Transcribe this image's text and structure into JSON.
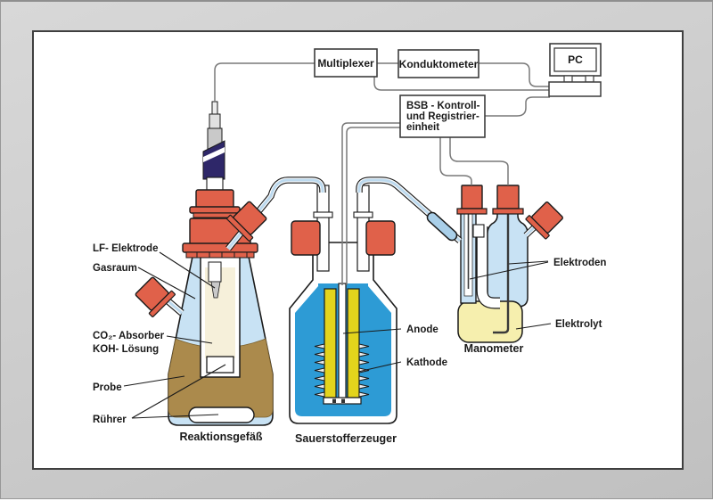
{
  "diagram": {
    "boxes": {
      "multiplexer": "Multiplexer",
      "konduktometer": "Konduktometer",
      "pc": "PC",
      "bsb": {
        "line1": "BSB - Kontroll-",
        "line2": "und Registrier-",
        "line3": "einheit"
      }
    },
    "reaction_vessel": {
      "caption": "Reaktionsgefäß",
      "labels": {
        "lf_electrode": "LF- Elektrode",
        "gas_space": "Gasraum",
        "co2_absorber": "CO₂- Absorber",
        "koh_solution": "KOH- Lösung",
        "sample": "Probe",
        "stirrer": "Rührer"
      }
    },
    "oxygen_generator": {
      "caption": "Sauerstofferzeuger",
      "labels": {
        "anode": "Anode",
        "cathode": "Kathode"
      }
    },
    "manometer": {
      "caption": "Manometer",
      "labels": {
        "electrodes": "Elektroden",
        "electrolyte": "Elektrolyt"
      }
    },
    "colors": {
      "stopper_red": "#e0614a",
      "glass_blue": "#c8e2f4",
      "liquid_blue": "#2d9bd5",
      "sample_brown": "#ab8a4c",
      "koh_cream": "#f6f0da",
      "electrolyte_yellow": "#f6efae",
      "anode_yellow": "#e3d41c",
      "electrode_navy": "#2e2769",
      "frame_gray": "#cacaca"
    }
  }
}
